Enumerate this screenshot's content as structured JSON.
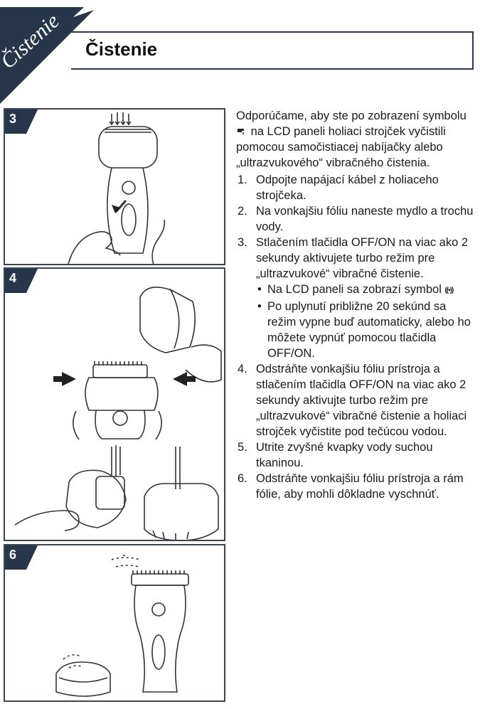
{
  "header": {
    "tab_label": "Čistenie",
    "title": "Čistenie"
  },
  "panels": [
    {
      "number": "3"
    },
    {
      "number": "4"
    },
    {
      "number": "6"
    }
  ],
  "content": {
    "intro_before_icon": "Odporúčame, aby ste po zobrazení symbolu",
    "intro_after_icon": "na LCD paneli holiaci strojček vyčistili pomocou samočistiacej nabíjačky alebo „ultrazvukového“ vibračného čistenia.",
    "steps": [
      {
        "num": "1.",
        "text": "Odpojte napájací kábel z holiaceho strojčeka."
      },
      {
        "num": "2.",
        "text": "Na vonkajšiu fóliu naneste mydlo a trochu vody."
      },
      {
        "num": "3.",
        "text": "Stlačením tlačidla OFF/ON na viac ako 2 sekundy aktivujete turbo režim pre „ultrazvukové“ vibračné čistenie."
      },
      {
        "num": "4.",
        "text": "Odstráňte vonkajšiu fóliu prístroja a stlačením tlačidla OFF/ON na viac ako 2 sekundy aktivujte turbo režim pre „ultrazvukové“ vibračné čistenie a holiaci strojček vyčistite pod tečúcou vodou."
      },
      {
        "num": "5.",
        "text": "Utrite zvyšné kvapky vody suchou tkaninou."
      },
      {
        "num": "6.",
        "text": "Odstráňte vonkajšiu fóliu prístroja a rám fólie, aby mohli dôkladne vyschnúť."
      }
    ],
    "bullets": {
      "b1": "Na LCD paneli sa zobrazí symbol",
      "b1_icon": "((•))",
      "b2": "Po uplynutí približne 20 sekúnd sa režim vypne buď automaticky, alebo ho môžete vypnúť pomocou tlačidla OFF/ON."
    }
  },
  "icons": {
    "tap": "faucet-icon",
    "sound": "vibration-icon"
  },
  "colors": {
    "accent": "#2a3a4f",
    "text": "#1a1a1a",
    "line": "#3a4556"
  }
}
